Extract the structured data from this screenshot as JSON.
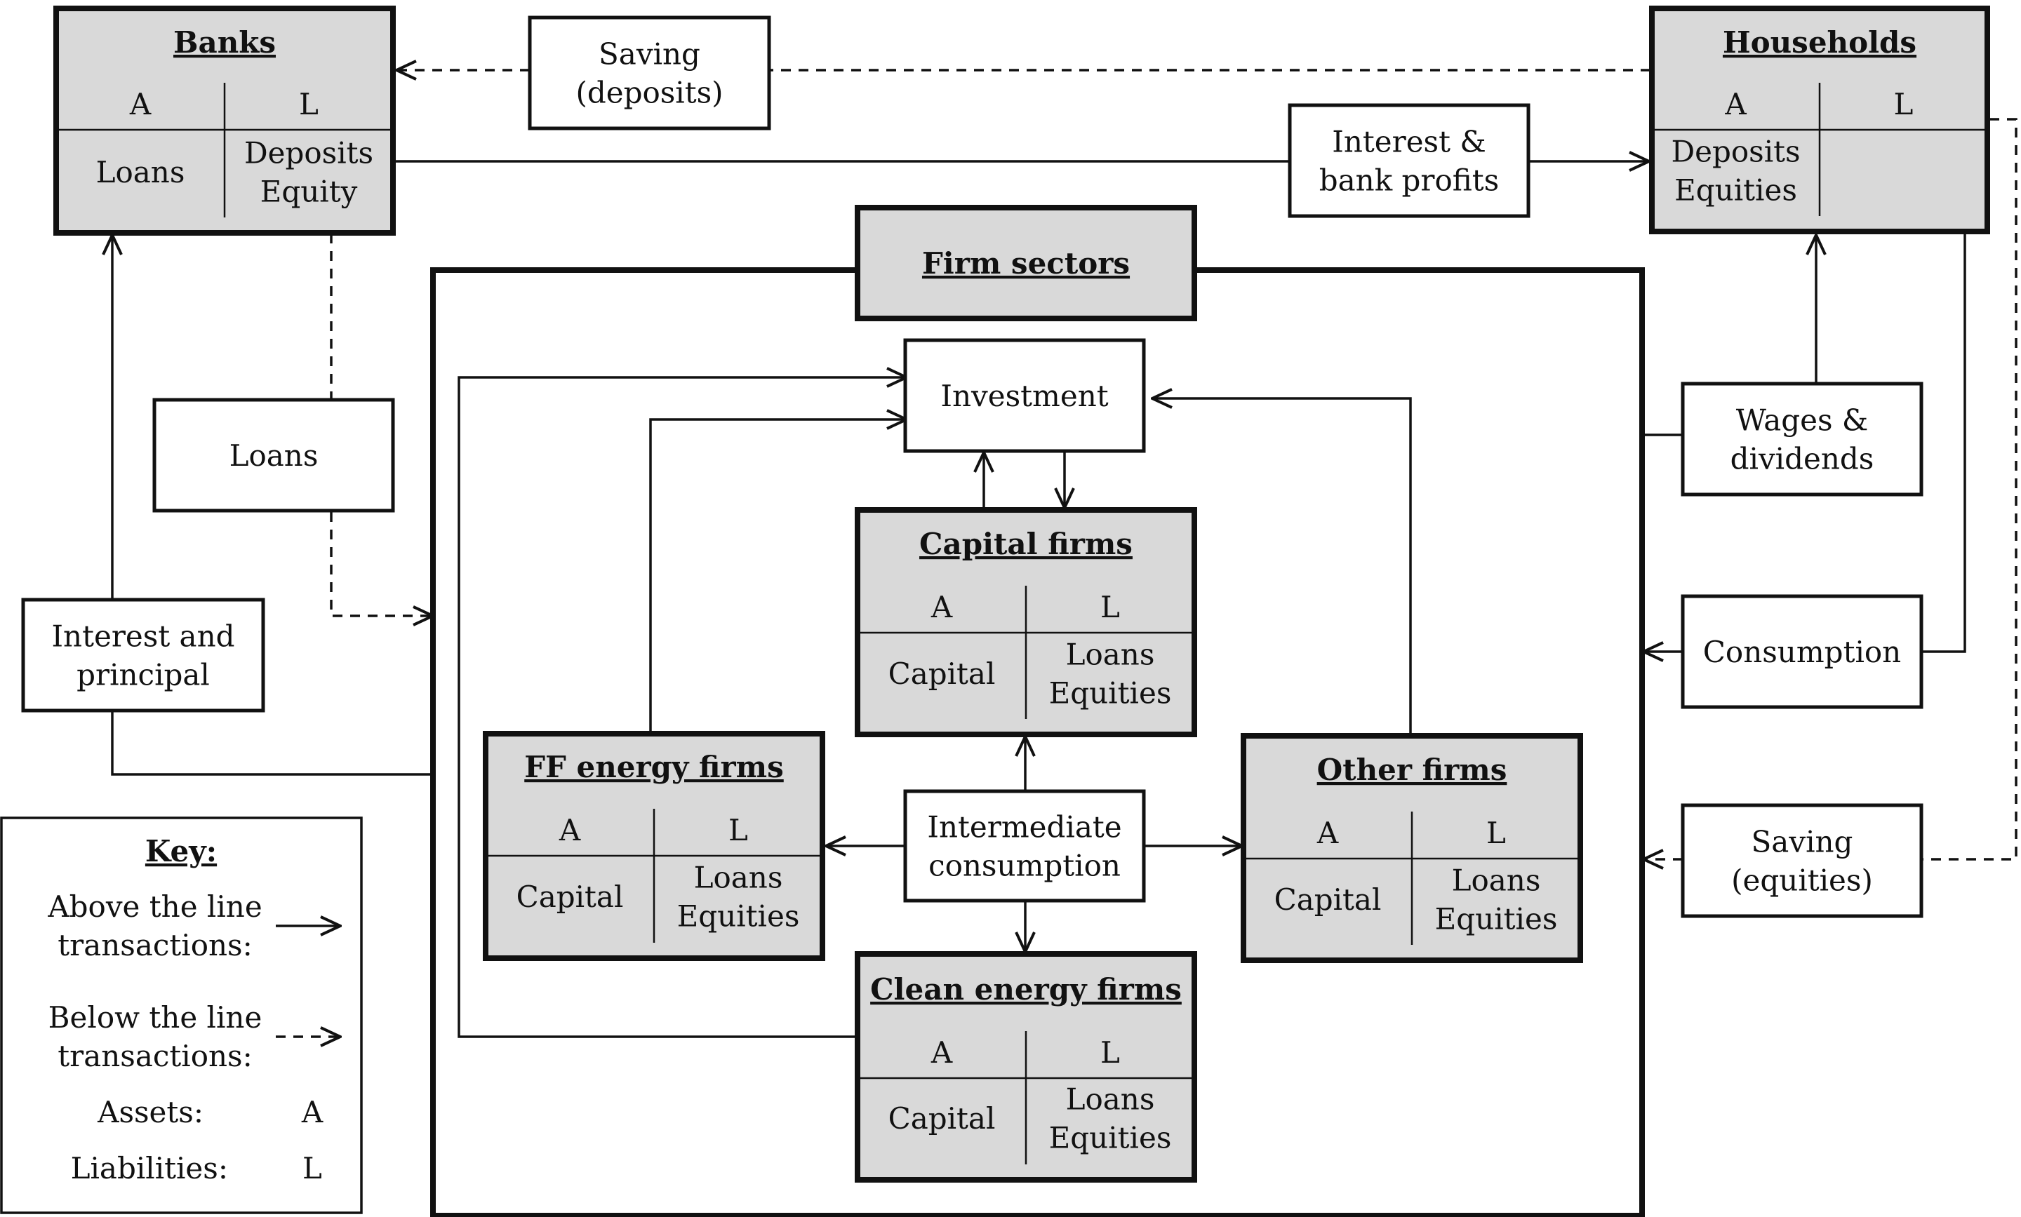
{
  "sectors": {
    "banks": {
      "title": "Banks",
      "a": "A",
      "l": "L",
      "assets": [
        "Loans"
      ],
      "liabilities": [
        "Deposits",
        "Equity"
      ]
    },
    "households": {
      "title": "Households",
      "a": "A",
      "l": "L",
      "assets": [
        "Deposits",
        "Equities"
      ],
      "liabilities": []
    },
    "firm_sectors": {
      "title": "Firm sectors"
    },
    "capital_firms": {
      "title": "Capital firms",
      "a": "A",
      "l": "L",
      "assets": [
        "Capital"
      ],
      "liabilities": [
        "Loans",
        "Equities"
      ]
    },
    "ff_energy_firms": {
      "title": "FF energy firms",
      "a": "A",
      "l": "L",
      "assets": [
        "Capital"
      ],
      "liabilities": [
        "Loans",
        "Equities"
      ]
    },
    "other_firms": {
      "title": "Other firms",
      "a": "A",
      "l": "L",
      "assets": [
        "Capital"
      ],
      "liabilities": [
        "Loans",
        "Equities"
      ]
    },
    "clean_energy_firms": {
      "title": "Clean energy firms",
      "a": "A",
      "l": "L",
      "assets": [
        "Capital"
      ],
      "liabilities": [
        "Loans",
        "Equities"
      ]
    }
  },
  "flows": {
    "saving_deposits": [
      "Saving",
      "(deposits)"
    ],
    "interest_bank_profits": [
      "Interest &",
      "bank profits"
    ],
    "loans": [
      "Loans"
    ],
    "interest_principal": [
      "Interest and",
      "principal"
    ],
    "investment": [
      "Investment"
    ],
    "wages_dividends": [
      "Wages &",
      "dividends"
    ],
    "consumption": [
      "Consumption"
    ],
    "saving_equities": [
      "Saving",
      "(equities)"
    ],
    "intermediate_consumption": [
      "Intermediate",
      "consumption"
    ]
  },
  "key": {
    "title": "Key:",
    "above": [
      "Above the line",
      "transactions:"
    ],
    "below": [
      "Below the line",
      "transactions:"
    ],
    "assets_label": "Assets:",
    "assets_symbol": "A",
    "liabilities_label": "Liabilities:",
    "liabilities_symbol": "L"
  }
}
